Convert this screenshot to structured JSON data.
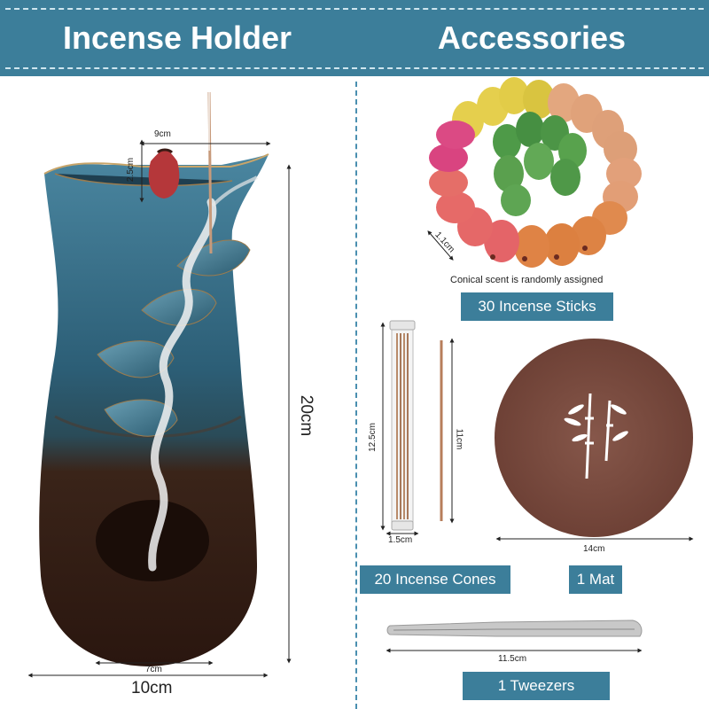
{
  "header": {
    "left_title": "Incense Holder",
    "right_title": "Accessories"
  },
  "holder": {
    "width_label": "10cm",
    "height_label": "20cm",
    "base_label": "7cm",
    "top_label": "9cm",
    "cone_height_label": "2.5cm"
  },
  "cones": {
    "size_label": "1.1cm",
    "note": "Conical scent is randomly assigned",
    "badge": "30 Incense Sticks"
  },
  "sticks": {
    "tube_height_label": "12.5cm",
    "stick_height_label": "11cm",
    "tube_width_label": "1.5cm",
    "badge": "20 Incense Cones"
  },
  "mat": {
    "diameter_label": "14cm",
    "badge": "1 Mat"
  },
  "tweezers": {
    "length_label": "11.5cm",
    "badge": "1 Tweezers"
  },
  "colors": {
    "header": "#3c7e9a",
    "vase_blue": "#2f5f78",
    "vase_brown": "#3a2218",
    "mat": "#7a4a3e"
  }
}
